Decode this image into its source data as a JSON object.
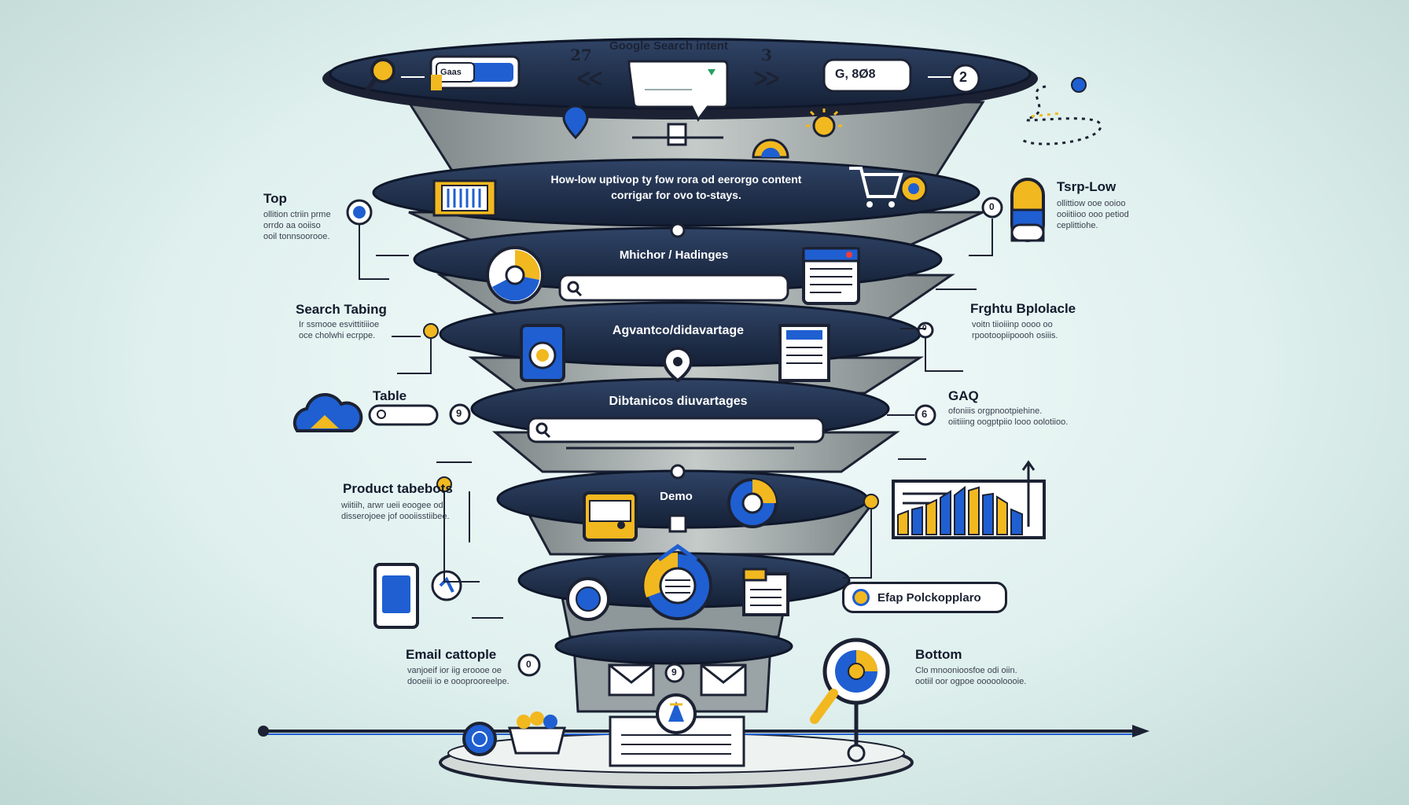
{
  "header": {
    "title": "Google Search intent",
    "left_number": "27",
    "right_number": "3",
    "search_box_text": "Gaas",
    "google_box_text": "G, 8Ø8",
    "circle_number": "2"
  },
  "funnel": {
    "band1_text": "How-low uptivop ty fow rora od eerorgo content\ncorrigar for ovo to-stays.",
    "band2_text": "Mhichor / Hadinges",
    "band3_text": "Agvantco/didavartage",
    "band4_text": "Dibtanicos diuvartages",
    "band5_text": "Demo"
  },
  "left_labels": [
    {
      "title": "Top",
      "desc": "ollition ctriin prme\norrdo aa ooiiso\nooil tonnsoorooe."
    },
    {
      "title": "Search Tabing",
      "desc": "Ir ssmooe esvittitiiioe\noce cholwhi ecrppe."
    },
    {
      "title": "Table",
      "desc": ""
    },
    {
      "title": "Product tabebots",
      "desc": "wiitiih, arwr ueii eoogee od\ndisserojoee jof oooiisstiibee."
    },
    {
      "title": "Email cattople",
      "desc": "vanjoeif ior iig eroooe oe\ndooeiii io e oooprooreelpe."
    }
  ],
  "right_labels": [
    {
      "title": "Tsrp-Low",
      "desc": "ollittiow ooe ooioo\nooiitiioo ooo petiod\nceplittiohe."
    },
    {
      "title": "Frghtu Bplolacle",
      "desc": "voitn tiioiiinp oooo oo\nrpootoopiipoooh osiiis."
    },
    {
      "title": "GAQ",
      "desc": "ofoniiis orgpnootpiehine.\noiitiiing oogptpiio looo oolotiioo."
    },
    {
      "title": "Bottom",
      "desc": "Clo mnoonioosfoe odi oiin.\nootiil oor ogpoe oooooloooie."
    }
  ],
  "misc": {
    "efap_label": "Efap Polckopplaro",
    "left_circle_number": "9",
    "right_circle_number": "6",
    "badge_top_right": "0",
    "badge_mid_right": "0",
    "badge_email_left": "0",
    "badge_email_center": "9"
  },
  "colors": {
    "navy": "#1d2e4f",
    "blue": "#1f5fd1",
    "yellow": "#f2b81f",
    "grey": "#8a9496",
    "light_grey": "#cfd5d3"
  }
}
